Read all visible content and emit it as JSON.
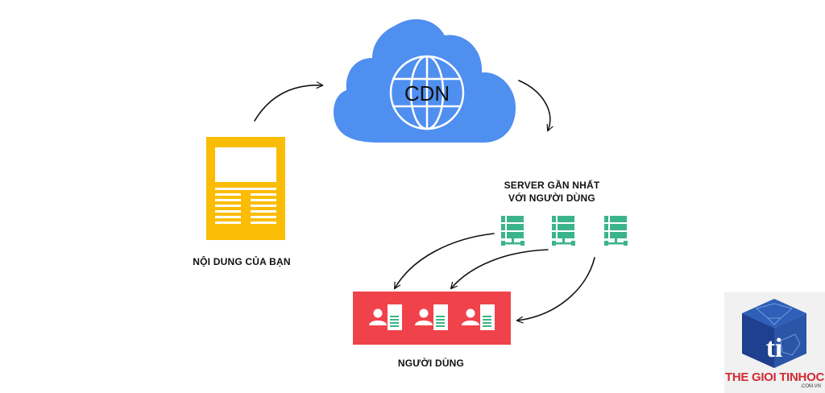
{
  "cloud": {
    "label": "CDN"
  },
  "content": {
    "label": "NỘI DUNG CỦA BẠN"
  },
  "servers": {
    "label_line1": "SERVER GẦN NHẤT",
    "label_line2": "VỚI NGƯỜI DÙNG",
    "count": 3
  },
  "users": {
    "label": "NGƯỜI DÙNG",
    "count": 3
  },
  "logo": {
    "text": "THE GIOI TINHOC",
    "sub": ".COM.VN",
    "letters": "ti"
  },
  "colors": {
    "cloud": "#4f8ff0",
    "document": "#fbbc05",
    "server": "#3bb489",
    "users_panel": "#f0424b",
    "arrow": "#111111",
    "logo_text": "#d12a35",
    "logo_cube": "#1f3f8f"
  }
}
